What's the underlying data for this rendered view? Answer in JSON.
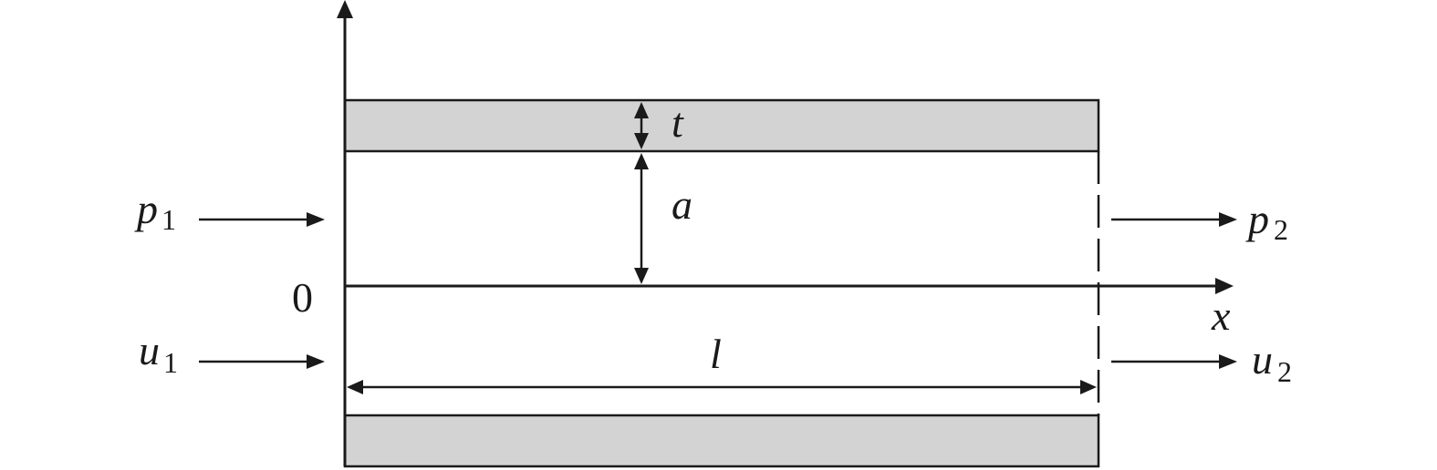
{
  "labels": {
    "thickness": "t",
    "half_height": "a",
    "length": "l",
    "origin": "0",
    "x_axis": "x",
    "p1": {
      "base": "p",
      "sub": "1"
    },
    "u1": {
      "base": "u",
      "sub": "1"
    },
    "p2": {
      "base": "p",
      "sub": "2"
    },
    "u2": {
      "base": "u",
      "sub": "2"
    }
  },
  "colors": {
    "wall_fill": "#d3d3d3",
    "stroke": "#1a1a1a"
  }
}
